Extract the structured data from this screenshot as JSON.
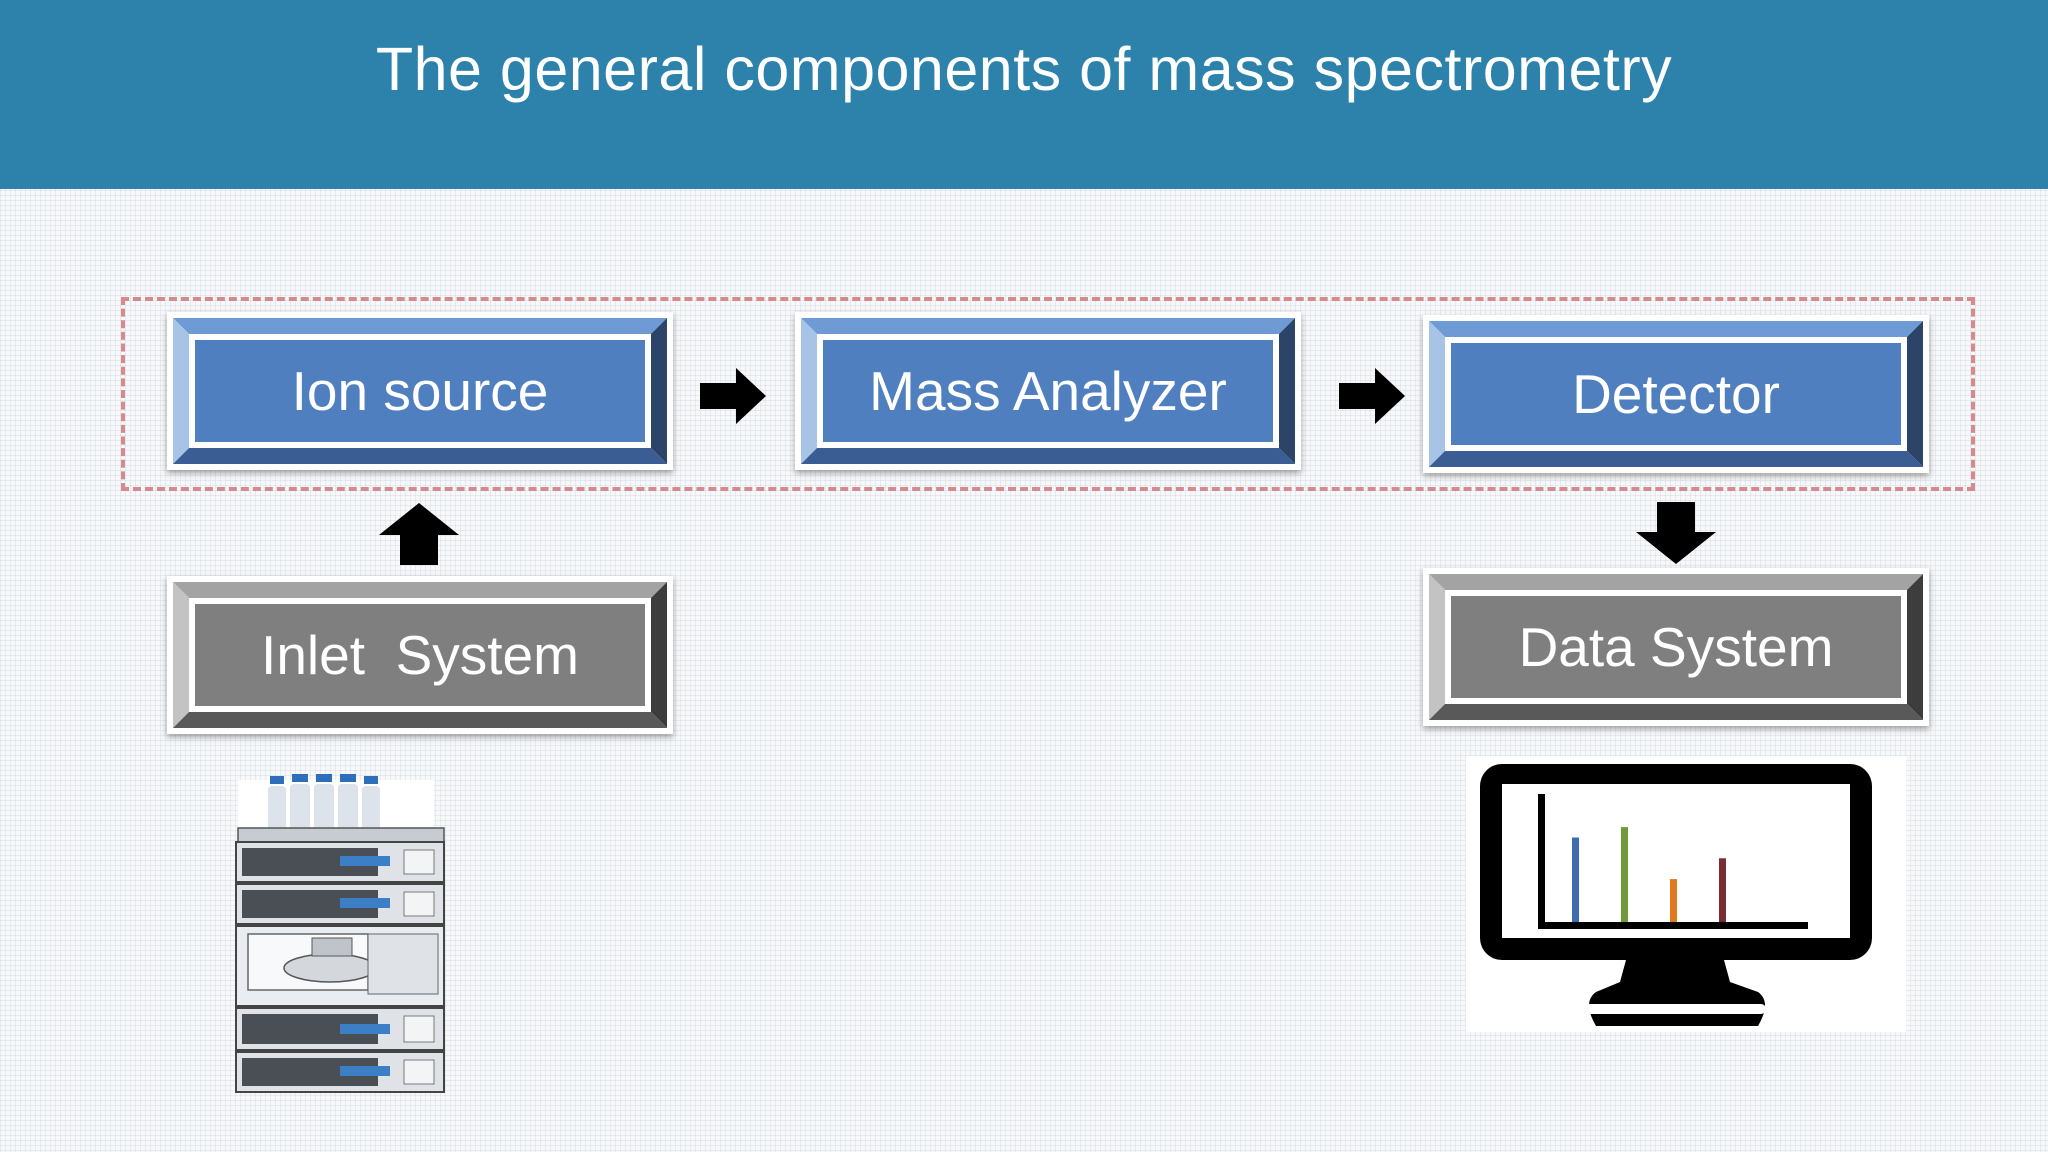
{
  "slide": {
    "title": "The general components of mass spectrometry"
  },
  "nodes": [
    {
      "id": "ion-source",
      "label": "Ion source",
      "style": "blue"
    },
    {
      "id": "mass-analyzer",
      "label": "Mass Analyzer",
      "style": "blue"
    },
    {
      "id": "detector",
      "label": "Detector",
      "style": "blue"
    },
    {
      "id": "inlet-system",
      "label": "Inlet  System",
      "style": "gray"
    },
    {
      "id": "data-system",
      "label": "Data System",
      "style": "gray"
    }
  ],
  "edges": [
    {
      "from": "inlet-system",
      "to": "ion-source"
    },
    {
      "from": "ion-source",
      "to": "mass-analyzer"
    },
    {
      "from": "mass-analyzer",
      "to": "detector"
    },
    {
      "from": "detector",
      "to": "data-system"
    }
  ],
  "colors": {
    "header": "#2c82aa",
    "blue_face": "#4f7fbf",
    "gray_face": "#7f7f7f",
    "dashed_border": "#d58a8e",
    "arrow": "#000000"
  },
  "icons": {
    "inlet": "hplc-instrument-icon",
    "data": "monitor-chart-icon"
  },
  "monitor_bars": [
    {
      "value": 0.65,
      "color": "#3f6bb0"
    },
    {
      "value": 0.73,
      "color": "#6f9a3c"
    },
    {
      "value": 0.33,
      "color": "#e3791f"
    },
    {
      "value": 0.49,
      "color": "#7a2b34"
    }
  ]
}
